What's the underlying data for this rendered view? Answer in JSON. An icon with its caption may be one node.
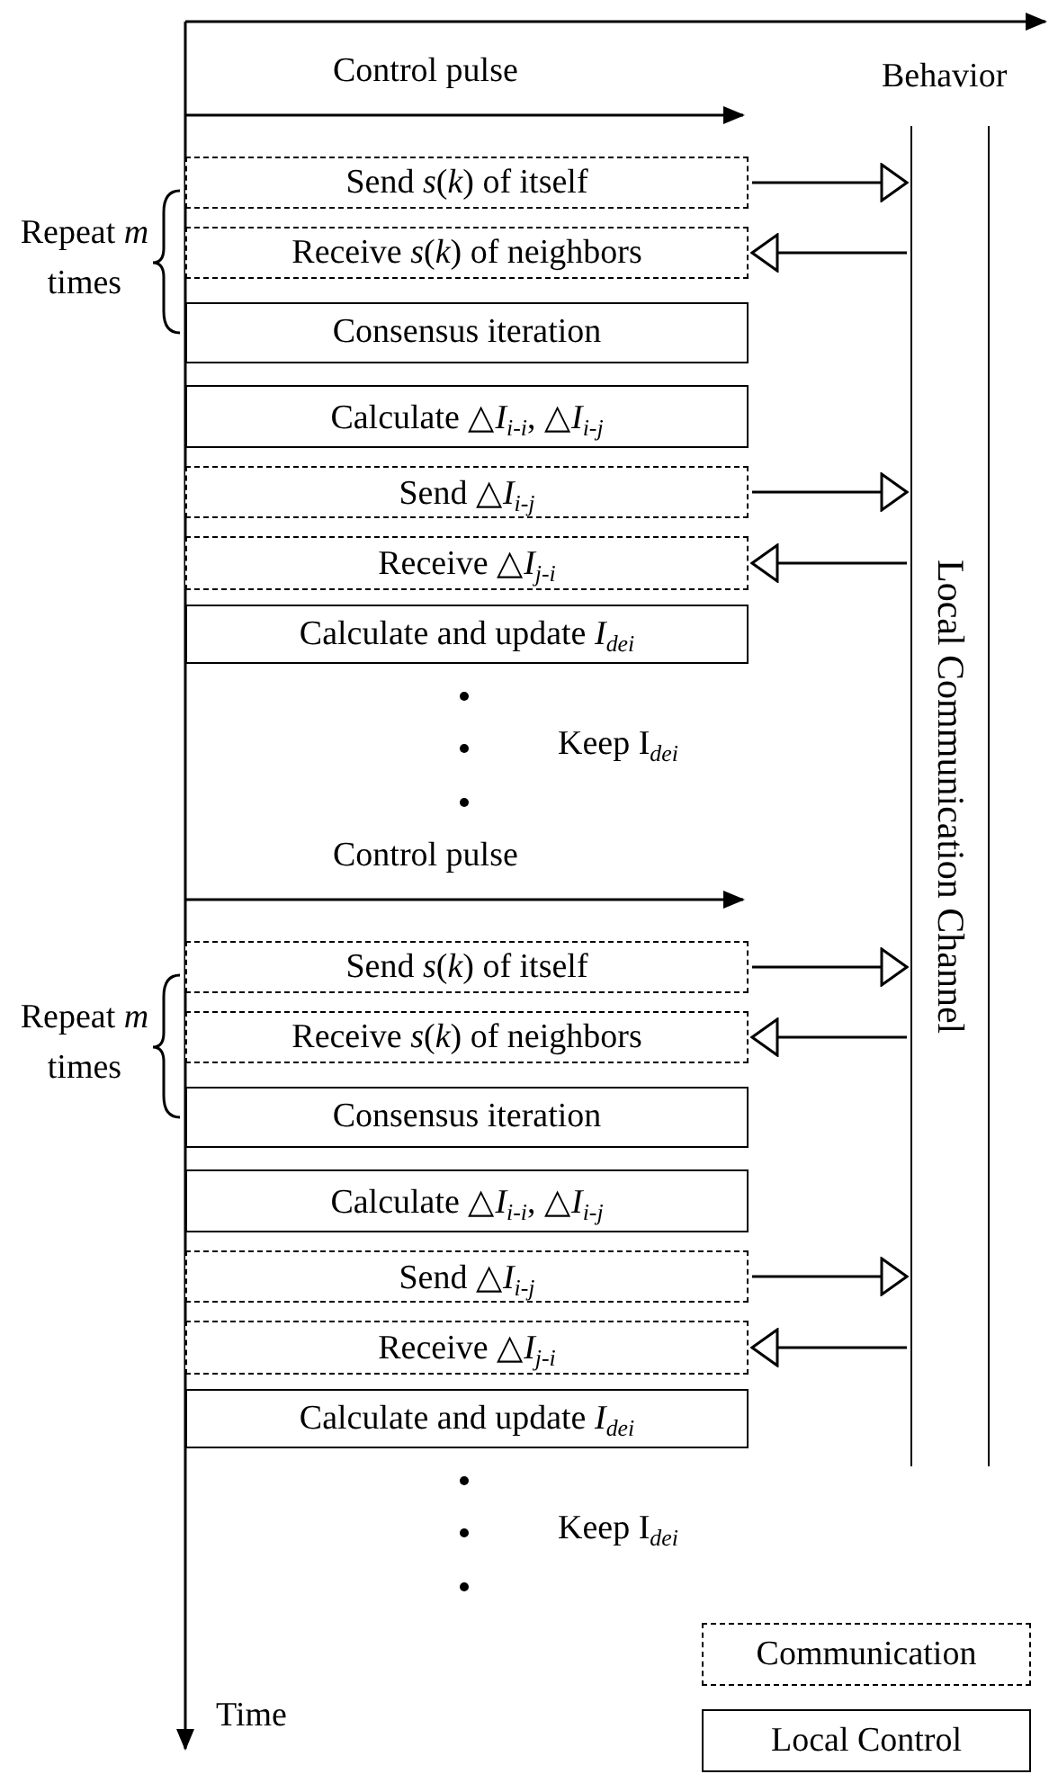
{
  "diagram": {
    "nodes": [
      {
        "text": [
          "Send *s*(*k*) of itself"
        ]
      },
      {
        "text": [
          "Receive *s*(*k*) of neighbors"
        ]
      },
      {
        "text": [
          "Consensus iteration"
        ]
      },
      {
        "text": [
          "Calculate △*I*$_{i-i}$, △*I*$_{i-j}$"
        ]
      },
      {
        "text": [
          "Send △*I*$_{i-j}$"
        ]
      },
      {
        "text": [
          "Receive △*I*$_{j-i}$"
        ]
      },
      {
        "text": [
          "Calculate and update *I*$_{dei}$"
        ]
      },
      {
        "text": [
          "Send *s*(*k*) of itself"
        ]
      },
      {
        "text": [
          "Receive *s*(*k*) of neighbors"
        ]
      },
      {
        "text": [
          "Consensus iteration"
        ]
      },
      {
        "text": [
          "Calculate △*I*$_{i-i}$, △*I*$_{i-j}$"
        ]
      },
      {
        "text": [
          "Send △*I*$_{i-j}$"
        ]
      },
      {
        "text": [
          "Receive △*I*$_{j-i}$"
        ]
      },
      {
        "text": [
          "Calculate and update *I*$_{dei}$"
        ]
      },
      {
        "text": [
          "Local Communication Channel"
        ]
      }
    ],
    "edges": [
      {
        "from": 0,
        "to": 14,
        "arrow": "to"
      },
      {
        "from": 14,
        "to": 1,
        "arrow": "to"
      },
      {
        "from": 4,
        "to": 14,
        "arrow": "to"
      },
      {
        "from": 14,
        "to": 5,
        "arrow": "to"
      },
      {
        "from": 7,
        "to": 14,
        "arrow": "to"
      },
      {
        "from": 14,
        "to": 8,
        "arrow": "to"
      },
      {
        "from": 11,
        "to": 14,
        "arrow": "to"
      },
      {
        "from": 14,
        "to": 12,
        "arrow": "to"
      }
    ],
    "labels": [
      "Behavior",
      "Control pulse",
      "Repeat *m* times",
      "Keep I$_{dei}$",
      "Control pulse",
      "Repeat *m* times",
      "Keep I$_{dei}$",
      "Time"
    ],
    "legend": [
      {
        "text": "Communication"
      },
      {
        "text": "Local Control"
      }
    ]
  }
}
